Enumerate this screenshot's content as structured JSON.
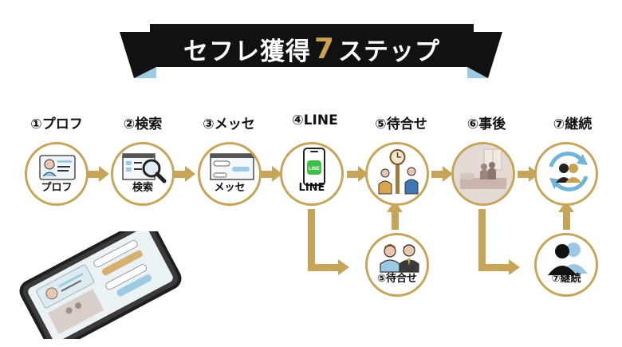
{
  "title": {
    "prefix": "セフレ獲得",
    "number": "7",
    "suffix": "ステップ"
  },
  "steps": [
    {
      "label": "①プロフ",
      "caption": "プロフ"
    },
    {
      "label": "②検索",
      "caption": "検索"
    },
    {
      "label": "③メッセ",
      "caption": "メッセ"
    },
    {
      "label": "④LINE",
      "caption": "LINE"
    },
    {
      "label": "⑤待合せ",
      "caption": ""
    },
    {
      "label": "⑥事後",
      "caption": ""
    },
    {
      "label": "⑦継続",
      "caption": ""
    }
  ],
  "branches": [
    {
      "caption": "⑤待合せ"
    },
    {
      "caption": "⑦継続"
    }
  ],
  "line_icon_text": "LINE",
  "colors": {
    "gold": "#c6a458",
    "banner": "#111111",
    "banner_accent": "#9ccbe3",
    "title_number": "#c9a24f",
    "arrow": "#c6a458"
  },
  "icons": [
    "profile-card-icon",
    "search-magnifier-icon",
    "message-window-icon",
    "line-smartphone-icon",
    "meeting-clock-icon",
    "bedroom-scene-icon",
    "continue-cycle-icon",
    "couple-suits-icon",
    "silhouette-pair-icon",
    "smartphone-illustration"
  ]
}
